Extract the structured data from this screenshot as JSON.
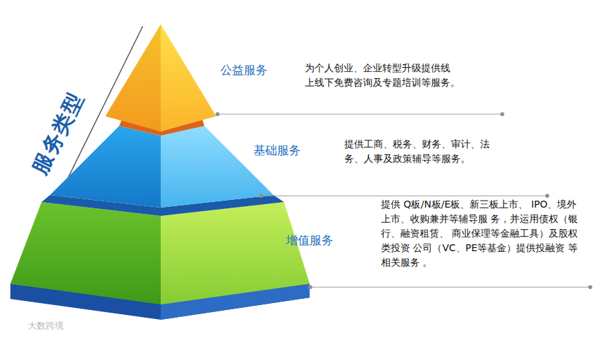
{
  "diagram": {
    "title": "服务类型",
    "labels": [
      "公益服务",
      "为个人创业、企业转型升级提供线 上线下免费咨询及专题培训等服务。",
      "基础服务",
      "提供工商、税务、财务、审计、法 务、人事及政策辅导等服务。",
      "增值服务",
      "提供 Q板/N板/E板、新三板上市、 IPO、境外上市、收购兼并等辅导服 务，并运用债权（银行、融资租赁、 商业保理等金融工具）及股权类投资 公司（VC、PE等基金）提供投融资 等相关服务 。",
      "大数跨境"
    ]
  }
}
